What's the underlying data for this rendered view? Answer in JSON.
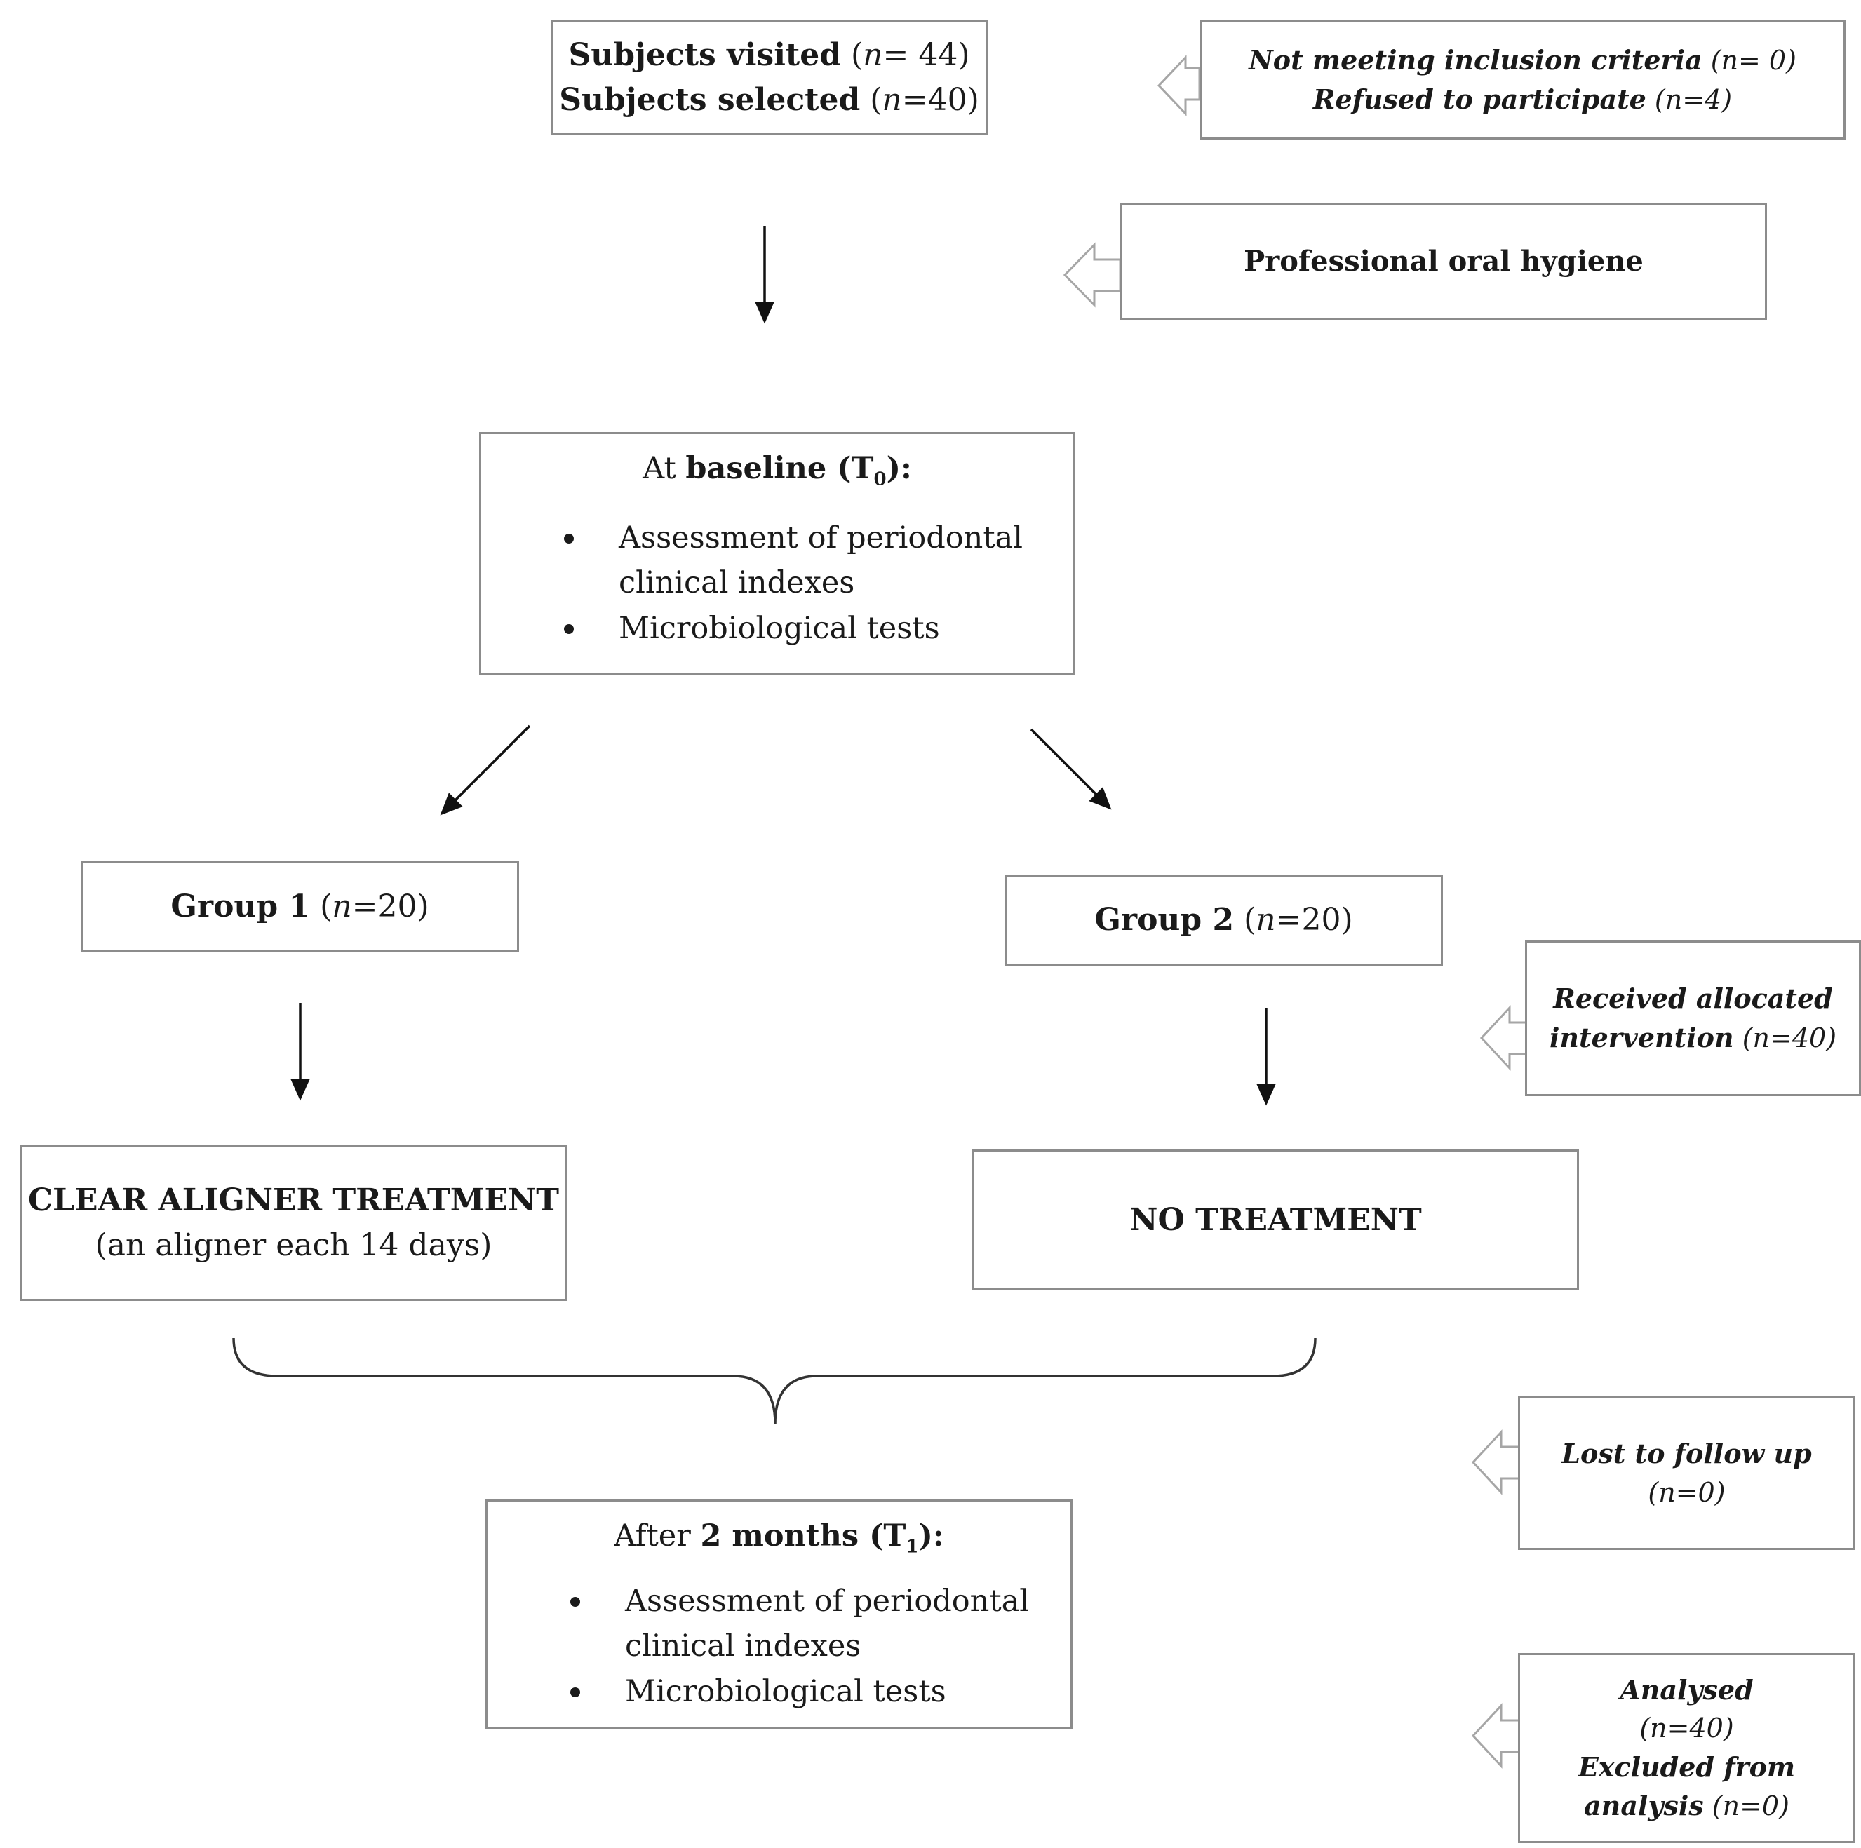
{
  "visited": {
    "line1_bold": "Subjects visited",
    "line1_open": " (",
    "line1_n": "n",
    "line1_rest": "= 44)",
    "line2_bold": "Subjects selected",
    "line2_open": " (",
    "line2_n": "n",
    "line2_rest": "=40)"
  },
  "excluded": {
    "line1_text": "Not meeting inclusion criteria",
    "line1_count": " (n= 0)",
    "line2_text": "Refused to participate",
    "line2_count": " (n=4)"
  },
  "hygiene": {
    "label": "Professional oral hygiene"
  },
  "baseline": {
    "title_pre": "At ",
    "title_bold": "baseline (T",
    "title_sub": "0",
    "title_end": "):",
    "items": [
      "Assessment of periodontal clinical indexes",
      "Microbiological tests"
    ]
  },
  "group1": {
    "label_bold": "Group 1",
    "label_open": " (",
    "label_n": "n",
    "label_rest": "=20)"
  },
  "group2": {
    "label_bold": "Group 2",
    "label_open": " (",
    "label_n": "n",
    "label_rest": "=20)"
  },
  "allocated": {
    "line1": "Received allocated",
    "line2": "intervention",
    "line2_count": " (n=40)"
  },
  "treatment1": {
    "title": "CLEAR ALIGNER TREATMENT",
    "subtitle": "(an aligner each 14 days)"
  },
  "treatment2": {
    "title": "NO TREATMENT"
  },
  "followup": {
    "line1": "Lost to follow up",
    "line2": "(n=0)"
  },
  "after": {
    "title_pre": "After ",
    "title_bold": "2 months (T",
    "title_sub": "1",
    "title_end": "):",
    "items": [
      "Assessment of periodontal clinical indexes",
      "Microbiological tests"
    ]
  },
  "analysed": {
    "line1": "Analysed",
    "line2": "(n=40)",
    "line3": "Excluded from",
    "line4": "analysis",
    "line4_count": " (n=0)"
  }
}
